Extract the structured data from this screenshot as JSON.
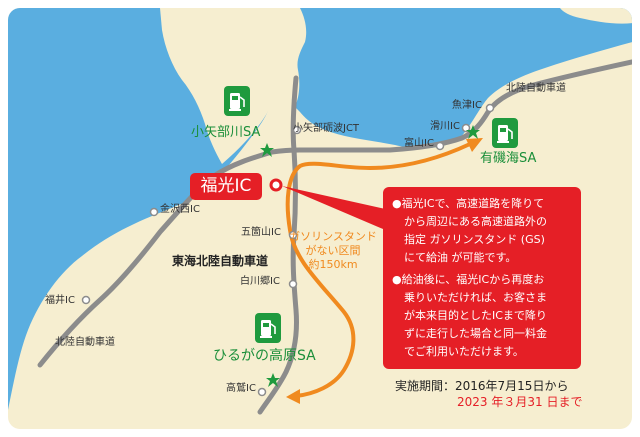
{
  "map": {
    "highlight_ic": "福光IC",
    "ics": {
      "kogarashi_jct": "小矢部砺波JCT",
      "kanazawa_nishi": "金沢西IC",
      "gokayama": "五箇山IC",
      "shirakawago": "白川郷IC",
      "fukui": "福井IC",
      "takasu": "高鷲IC",
      "toyama": "富山IC",
      "namerikawa": "滑川IC",
      "uozu": "魚津IC"
    },
    "roads": {
      "tokai_hokuriku": "東海北陸自動車道",
      "hokuriku_west": "北陸自動車道",
      "hokuriku_east": "北陸自動車道"
    },
    "sa": {
      "oyabegawa": "小矢部川SA",
      "ariiso": "有磯海SA",
      "hirugano": "ひるがの高原SA"
    },
    "no_gs_section": [
      "ガソリンスタンド",
      "がない区間",
      "約150km"
    ]
  },
  "info": {
    "paragraph1": [
      "●福光ICで、高速道路を降りて",
      "から周辺にある高速道路外の",
      "指定 ガソリンスタンド (GS)",
      "にて給油 が可能です。"
    ],
    "paragraph2": [
      "●給油後に、福光ICから再度お",
      "乗りいただければ、お客さま",
      "が本来目的としたICまで降り",
      "ずに走行した場合と同一料金",
      "でご利用いただけます。"
    ]
  },
  "period": {
    "line1": "実施期間：2016年7月15日から",
    "line2": "2023 年３月31 日まで"
  },
  "colors": {
    "sea": "#5aaee0",
    "land": "#f6eed0",
    "road": "#8c8c8c",
    "detour": "#f08a1f",
    "accent": "#e51f26",
    "sa_green": "#1f9a3e"
  }
}
